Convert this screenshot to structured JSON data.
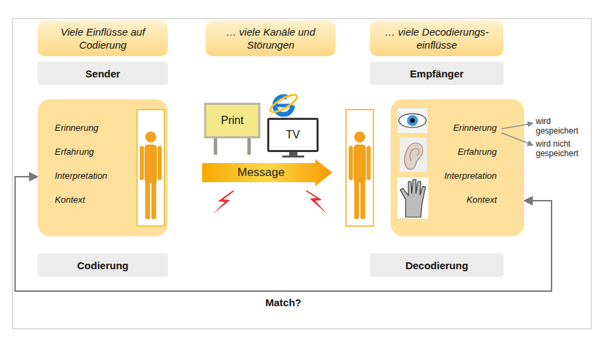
{
  "diagram": {
    "nodes": [
      {
        "text": [
          "Viele Einflüsse auf Codierung"
        ]
      },
      {
        "text": [
          "… viele Kanäle und Störungen"
        ]
      },
      {
        "text": [
          "… viele Decodierungs- einflüsse"
        ]
      },
      {
        "text": [
          "Sender"
        ]
      },
      {
        "text": [
          "Empfänger"
        ]
      },
      {
        "text": [
          "Erinnerung",
          "Erfahrung",
          "Interpretation",
          "Kontext"
        ]
      },
      {
        "text": [
          "Print"
        ]
      },
      {
        "text": [
          "TV"
        ]
      },
      {
        "text": [
          "Message"
        ]
      },
      {
        "text": [
          "Erinnerung",
          "Erfahrung",
          "Interpretation",
          "Kontext"
        ]
      },
      {
        "text": [
          "Codierung"
        ]
      },
      {
        "text": [
          "Decodierung"
        ]
      }
    ],
    "edges": [
      {
        "from": 5,
        "to": 9,
        "arrow": "both",
        "label": "Match?"
      }
    ],
    "labels": [
      "wird gespeichert",
      "wird nicht gespeichert"
    ]
  }
}
